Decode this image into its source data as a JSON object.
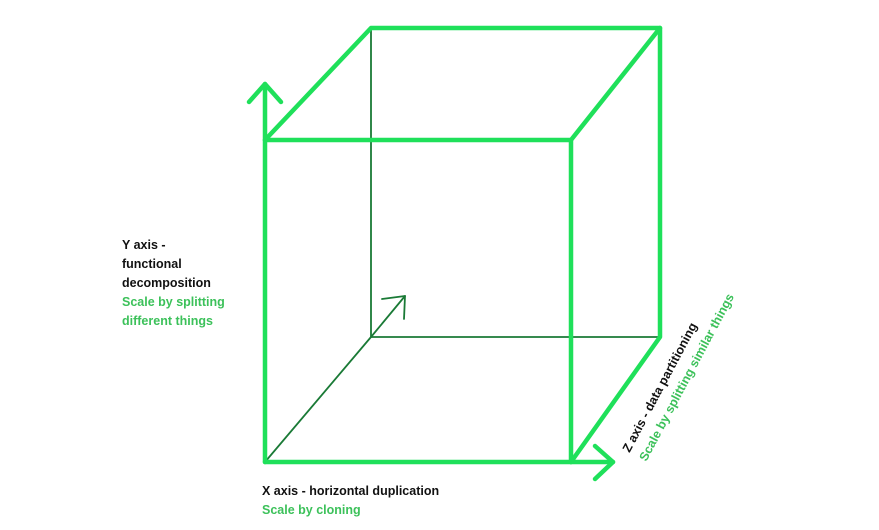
{
  "colors": {
    "cube_stroke": "#1fe05a",
    "inner_stroke": "#1a7a36",
    "accent_text": "#3cc15a",
    "dark_text": "#111111"
  },
  "y_axis": {
    "title_line1": "Y axis -",
    "title_line2": "functional",
    "title_line3": "decomposition",
    "subtitle_line1": "Scale by splitting",
    "subtitle_line2": "different things"
  },
  "x_axis": {
    "title": "X axis - horizontal duplication",
    "subtitle": "Scale by cloning"
  },
  "z_axis": {
    "title": "Z axis - data partitioning",
    "subtitle": "Scale by splitting similar things"
  }
}
